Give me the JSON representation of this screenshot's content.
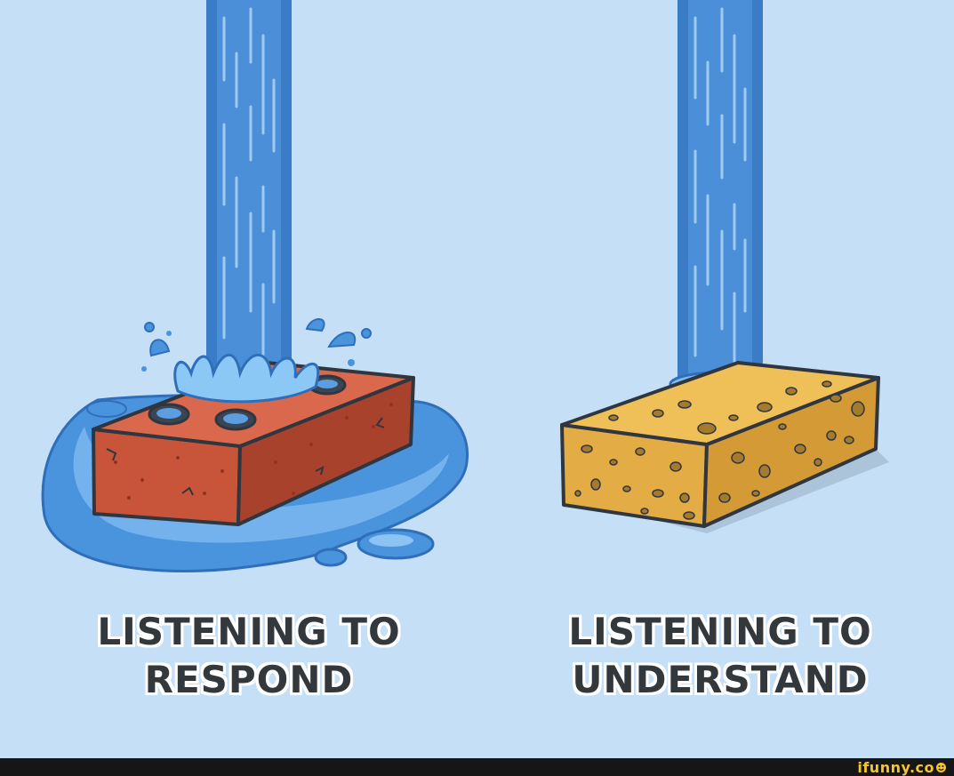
{
  "captions": {
    "left": {
      "line1": "LISTENING TO",
      "line2": "RESPOND"
    },
    "right": {
      "line1": "LISTENING TO",
      "line2": "UNDERSTAND"
    }
  },
  "illustration": {
    "left_object": "brick",
    "right_object": "sponge",
    "colors": {
      "background": "#c5dff6",
      "water": "#4a90d9",
      "water_light": "#7db8ee",
      "brick": "#c8553a",
      "sponge": "#e9b54c",
      "outline": "#2f3640"
    }
  },
  "footer": {
    "watermark": "ifunny.co"
  }
}
